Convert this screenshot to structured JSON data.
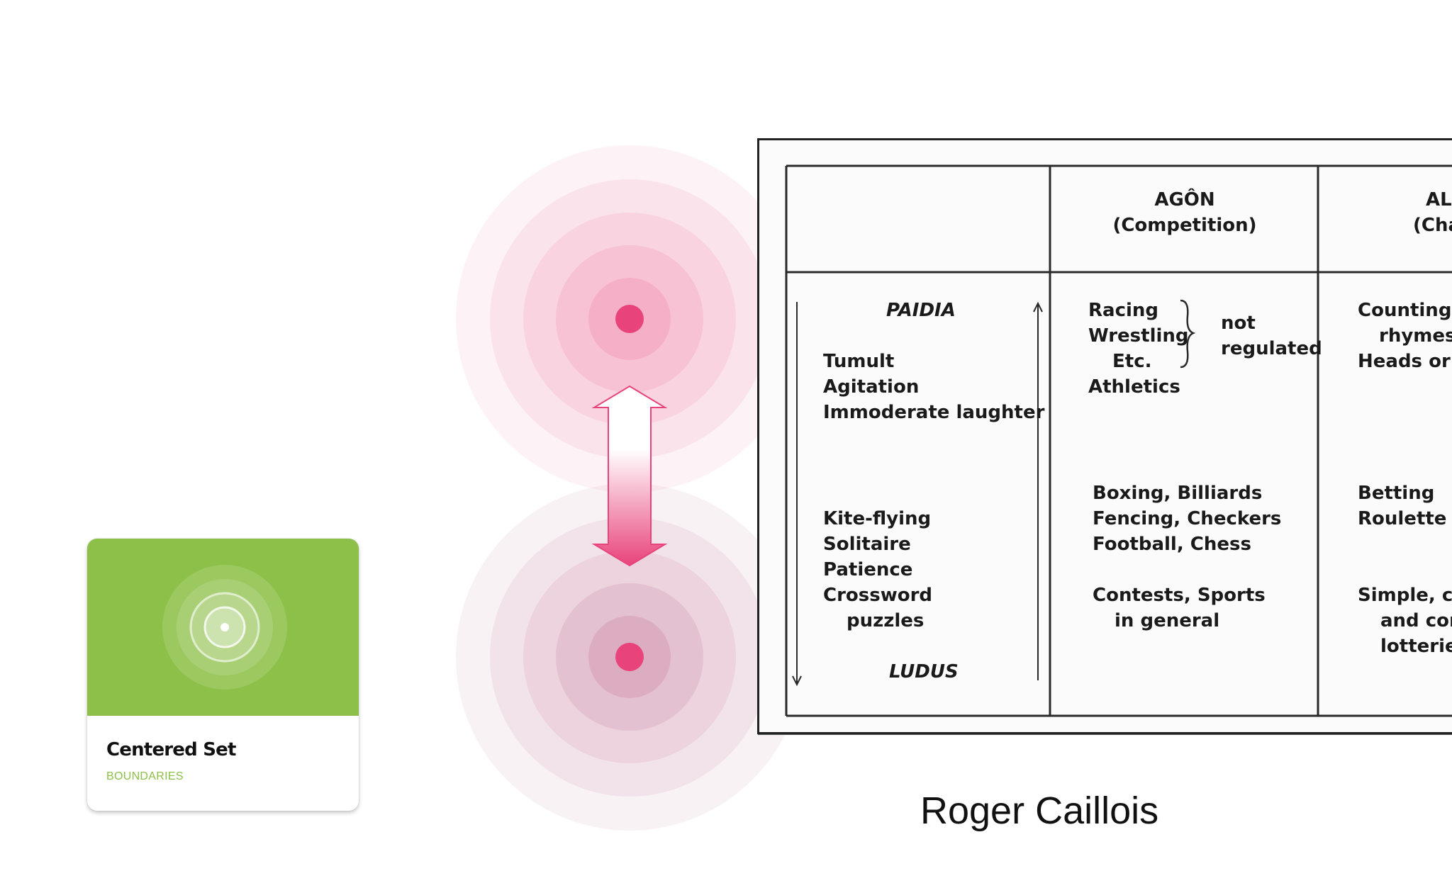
{
  "card": {
    "title": "Centered Set",
    "subtitle": "BOUNDARIES",
    "accent_color": "#8dc048",
    "icon": "concentric-circles-icon"
  },
  "diagram": {
    "ring_color": "#e8437a",
    "arrow": "double-arrow-vertical"
  },
  "table": {
    "headers": [
      {
        "title": "AGÔN",
        "subtitle": "(Competition)"
      },
      {
        "title": "AL",
        "subtitle": "(Cha"
      }
    ],
    "axis_top": "PAIDIA",
    "axis_bottom": "LUDUS",
    "paidia_items": [
      "Tumult",
      "Agitation",
      "Immoderate laughter"
    ],
    "ludus_items": [
      "Kite-flying",
      "Solitaire",
      "Patience",
      "Crossword",
      "puzzles"
    ],
    "agon_group": [
      "Racing",
      "Wrestling",
      "Etc."
    ],
    "agon_group_note": [
      "not",
      "regulated"
    ],
    "agon_athletics": "Athletics",
    "agon_mid": [
      "Boxing, Billiards",
      "Fencing, Checkers",
      "Football, Chess"
    ],
    "agon_bottom": [
      "Contests, Sports",
      "in general"
    ],
    "alea_top": [
      "Counting-o",
      "rhymes",
      "Heads or t"
    ],
    "alea_mid": [
      "Betting",
      "Roulette"
    ],
    "alea_bottom": [
      "Simple, co",
      "and con",
      "lotteries"
    ]
  },
  "caption": "Roger Caillois"
}
